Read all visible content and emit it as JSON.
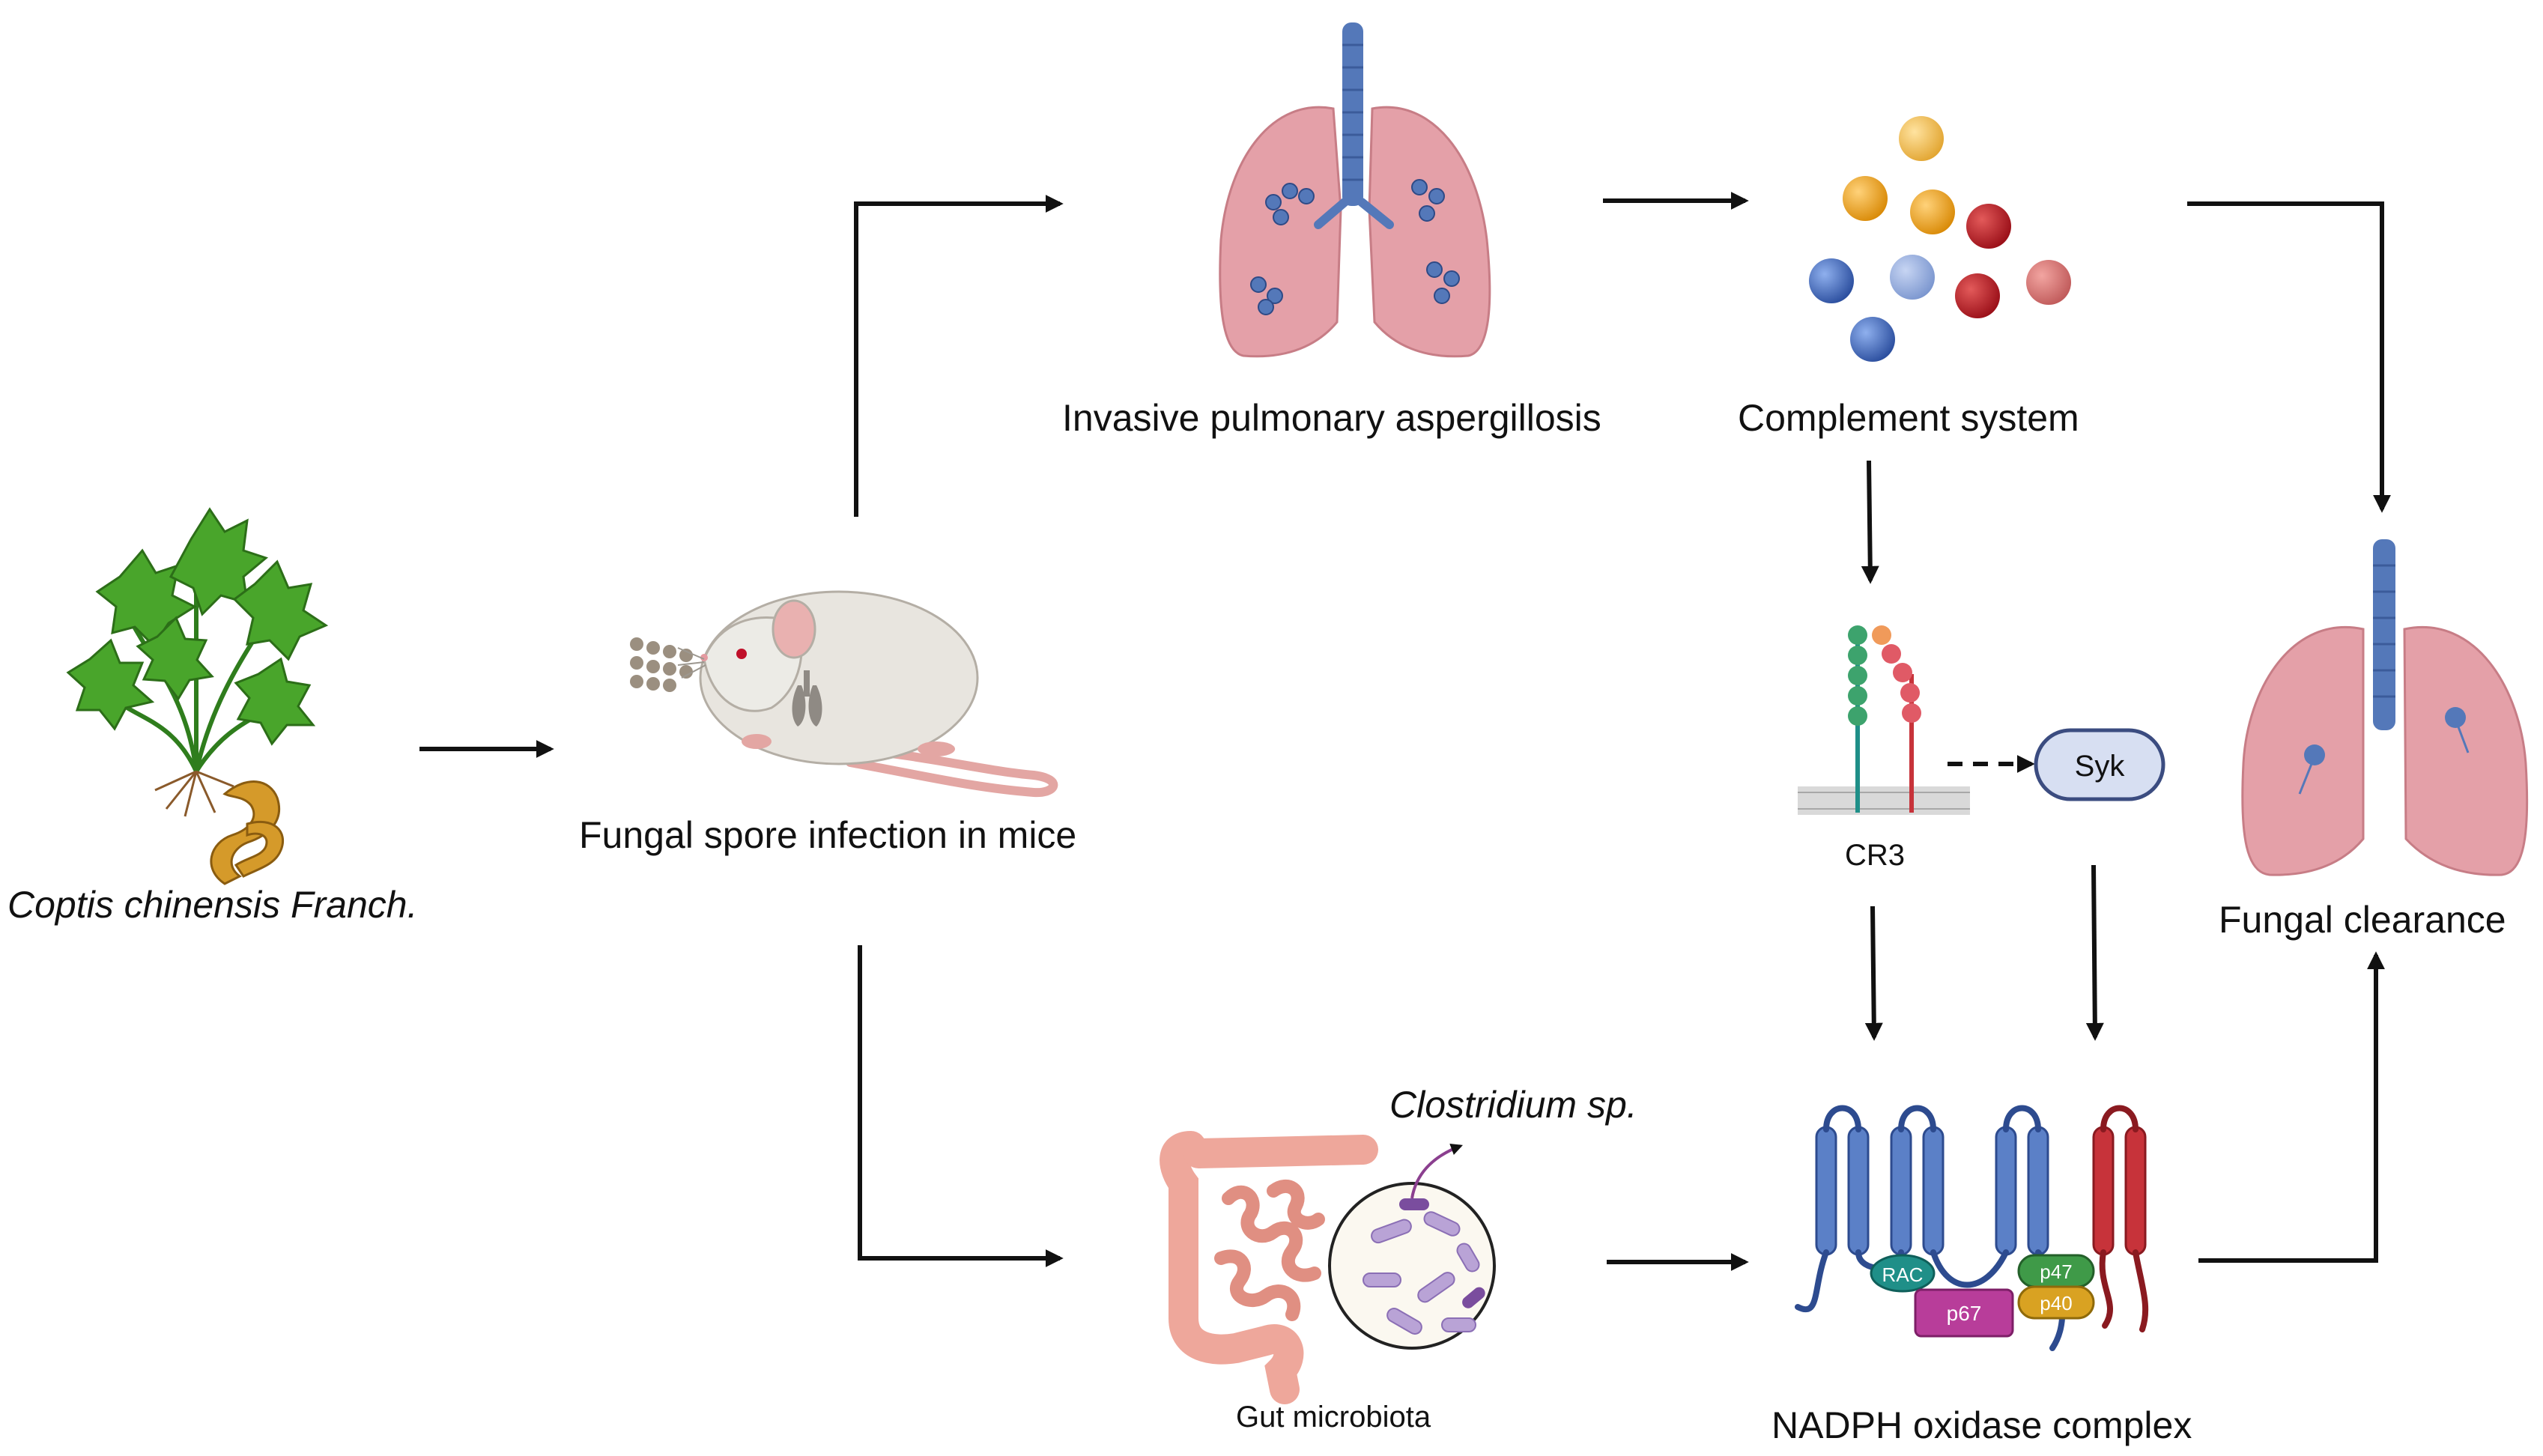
{
  "labels": {
    "plant": "Coptis chinensis Franch.",
    "mouse": "Fungal spore infection in mice",
    "ipa": "Invasive pulmonary aspergillosis",
    "complement": "Complement system",
    "cr3": "CR3",
    "syk": "Syk",
    "clearance": "Fungal clearance",
    "gut": "Gut microbiota",
    "clostridium": "Clostridium sp.",
    "nadph": "NADPH oxidase complex",
    "rac": "RAC",
    "p67": "p67",
    "p47": "p47",
    "p40": "p40"
  },
  "colors": {
    "lung": "#e4a0a8",
    "trachea": "#5478b9",
    "membrane_protein": "#5b80c7",
    "red_protein": "#c7333a",
    "rac": "#1f8f88",
    "p67": "#b83d9a",
    "p47": "#3f9a48",
    "p40": "#d9a222",
    "syk_fill": "#d7dff2",
    "gut": "#eea79b",
    "bacteria": "#b9a3d6"
  }
}
